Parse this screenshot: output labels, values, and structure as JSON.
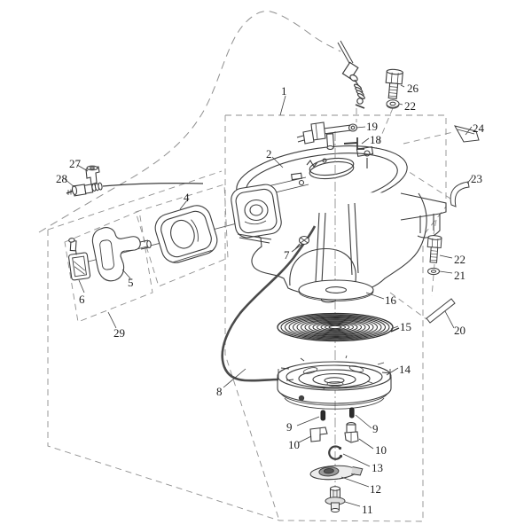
{
  "diagram": {
    "kind": "exploded-parts-diagram",
    "subject": "Recoil starter assembly",
    "background_color": "#ffffff",
    "line_color": "#3d3d3d",
    "construction_line_color": "#8f8f8f",
    "rope_color": "#4a4a4a",
    "label_color": "#1c1c1c"
  },
  "labels": [
    "1",
    "2",
    "4",
    "5",
    "6",
    "7",
    "8",
    "9",
    "9",
    "10",
    "10",
    "11",
    "12",
    "13",
    "14",
    "15",
    "16",
    "18",
    "19",
    "20",
    "21",
    "22",
    "22",
    "23",
    "24",
    "26",
    "27",
    "28",
    "29"
  ]
}
